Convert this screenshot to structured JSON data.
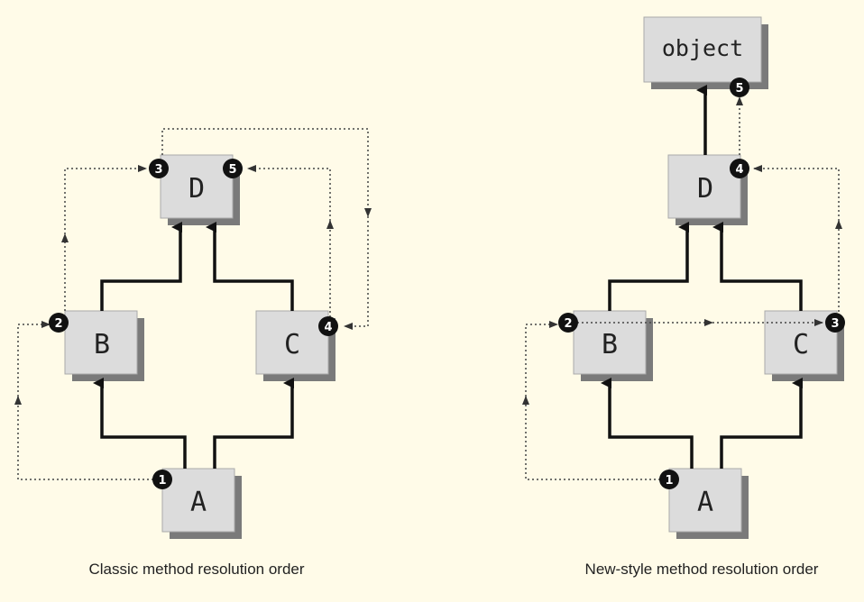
{
  "left": {
    "caption": "Classic method resolution order",
    "nodes": {
      "a": "A",
      "b": "B",
      "c": "C",
      "d": "D"
    },
    "steps": [
      "1",
      "2",
      "3",
      "4",
      "5"
    ]
  },
  "right": {
    "caption": "New-style method resolution order",
    "nodes": {
      "a": "A",
      "b": "B",
      "c": "C",
      "d": "D",
      "object": "object"
    },
    "steps": [
      "1",
      "2",
      "3",
      "4",
      "5"
    ]
  },
  "colors": {
    "background": "#fffbe8",
    "box_fill": "#dcdcdc",
    "box_shadow": "#7a7a7a",
    "solid_arrow": "#111111",
    "badge": "#111111"
  }
}
